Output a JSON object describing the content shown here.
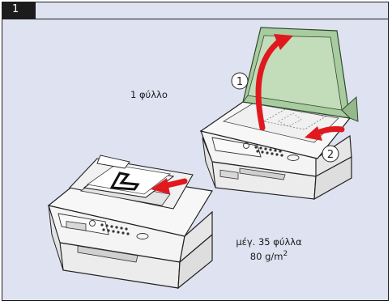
{
  "step": {
    "number": "1"
  },
  "labels": {
    "one_sheet": "1 φύλλο",
    "max_sheets": "μέγ. 35 φύλλα",
    "paper_weight": "80 g/m",
    "paper_weight_exp": "2"
  },
  "callouts": {
    "open_lid": "1",
    "insert": "2"
  },
  "colors": {
    "background": "#dfe3f1",
    "frame": "#1c1c1c",
    "lid_green": "#a9cba0",
    "arrow_red": "#e0191f"
  }
}
